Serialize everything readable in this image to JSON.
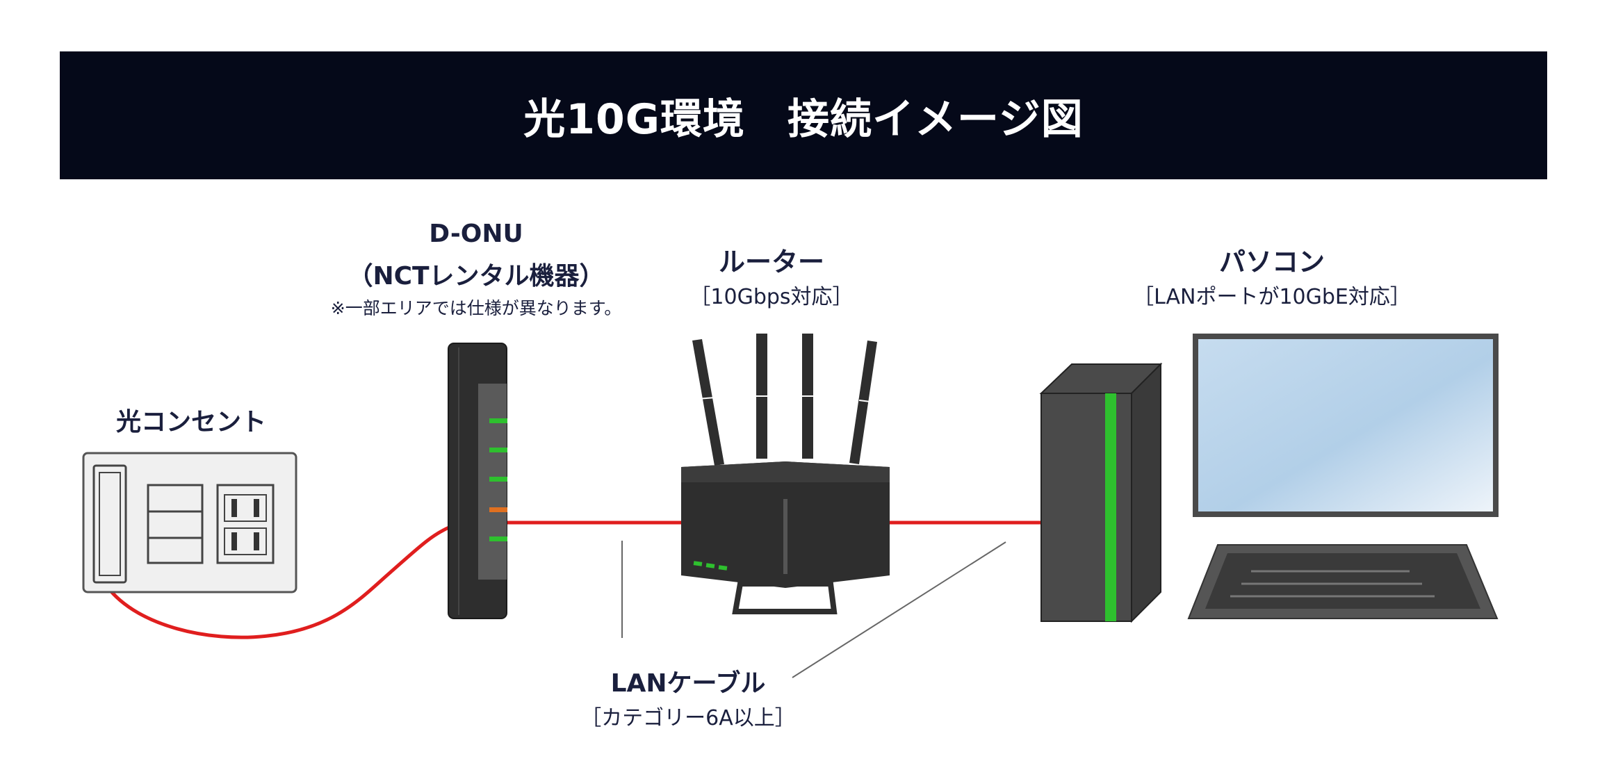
{
  "header": {
    "title": "光10G環境　接続イメージ図"
  },
  "devices": {
    "outlet": {
      "label": "光コンセント"
    },
    "onu": {
      "label": "D-ONU",
      "label2": "（NCTレンタル機器）",
      "note": "※一部エリアでは仕様が異なります。"
    },
    "router": {
      "label": "ルーター",
      "spec": "［10Gbps対応］"
    },
    "pc": {
      "label": "パソコン",
      "spec": "［LANポートが10GbE対応］"
    }
  },
  "cable": {
    "label": "LANケーブル",
    "spec": "［カテゴリー6A以上］"
  },
  "colors": {
    "header_bg": "#050919",
    "cable": "#e01e1e",
    "led_green": "#2ec02e",
    "led_orange": "#e07020",
    "device_dark": "#2e2e2e"
  }
}
